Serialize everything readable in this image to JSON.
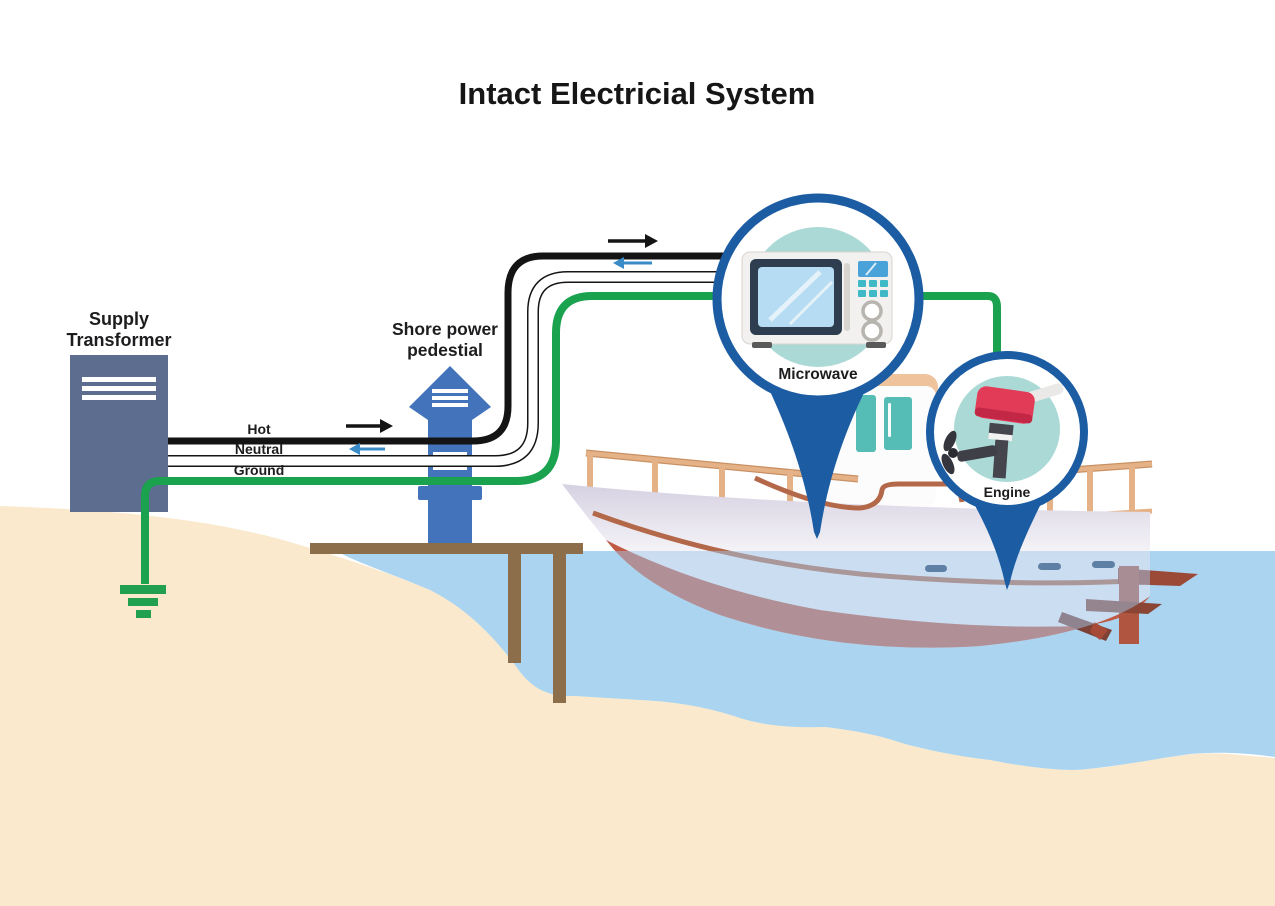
{
  "title": "Intact Electricial System",
  "labels": {
    "supply_transformer": {
      "line1": "Supply",
      "line2": "Transformer"
    },
    "shore_pedestal": {
      "line1": "Shore power",
      "line2": "pedestial"
    },
    "wire_hot": "Hot",
    "wire_neutral": "Neutral",
    "wire_ground": "Ground",
    "callout_microwave": "Microwave",
    "callout_engine": "Engine"
  },
  "icons": {
    "microwave": "microwave-icon",
    "engine": "outboard-engine-icon",
    "ground": "earth-ground-symbol-icon",
    "flow_out": "black-right-arrow-icon",
    "flow_return": "blue-left-arrow-icon"
  },
  "colors": {
    "title_text": "#1d1d1f",
    "wire_hot": "#141414",
    "wire_neutral_casing": "#141414",
    "wire_neutral_core": "#ffffff",
    "wire_ground_green": "#1aa24e",
    "current_arrow_black": "#141414",
    "return_arrow_blue": "#3a8cc8",
    "callout_blue": "#1b5ca3",
    "callout_inner_teal": "#abdad6",
    "transformer_gray_blue": "#5d6d90",
    "pedestal_blue": "#4273bb",
    "sand": "#fae9cc",
    "water": "#aad4f0",
    "dock_brown": "#8c6e4a",
    "hull_red": "#c05a43",
    "trim_brown": "#b4684a",
    "railing_tan": "#e5b287",
    "railing_tan_dark": "#c89063",
    "roof_tan": "#efc49c",
    "window_teal": "#55bdb5",
    "engine_red": "#e23b58",
    "engine_red_dark": "#c22746",
    "microwave_door_navy": "#2e3d50",
    "microwave_glass_blue": "#b5dcf2",
    "microwave_button_teal": "#3fb9c5",
    "hull_porthole_navy": "#1d3a5e"
  }
}
